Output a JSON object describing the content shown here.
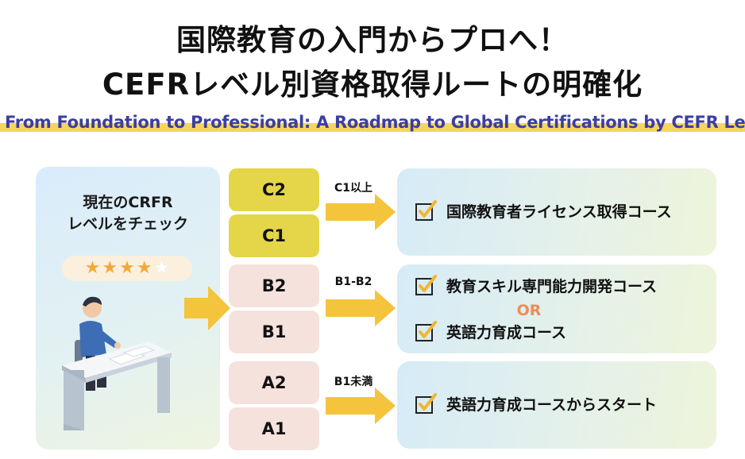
{
  "title": {
    "line1": "国際教育の入門からプロへ！",
    "line2": "CEFRレベル別資格取得ルートの明確化"
  },
  "subtitle": "From Foundation to Professional: A Roadmap to Global Certifications by CEFR Level",
  "left_panel": {
    "line1": "現在のCRFR",
    "line2": "レベルをチェック",
    "rating": {
      "filled": 4,
      "total": 5
    }
  },
  "levels": [
    {
      "label": "C2",
      "group": "c"
    },
    {
      "label": "C1",
      "group": "c"
    },
    {
      "label": "B2",
      "group": "ab"
    },
    {
      "label": "B1",
      "group": "ab"
    },
    {
      "label": "A2",
      "group": "ab"
    },
    {
      "label": "A1",
      "group": "ab"
    }
  ],
  "routes": [
    {
      "label": "C1以上",
      "items": [
        "国際教育者ライセンス取得コース"
      ]
    },
    {
      "label": "B1-B2",
      "items": [
        "教育スキル専門能力開発コース",
        "英語力育成コース"
      ],
      "separator": "OR"
    },
    {
      "label": "B1未満",
      "items": [
        "英語力育成コースからスタート"
      ]
    }
  ],
  "colors": {
    "c_level": "#e5d548",
    "ab_level": "#f5e2dc",
    "arrow": "#f4c43c",
    "star": "#f2a93b",
    "or": "#ef8a5b",
    "subtitle": "#3b3f9e"
  }
}
